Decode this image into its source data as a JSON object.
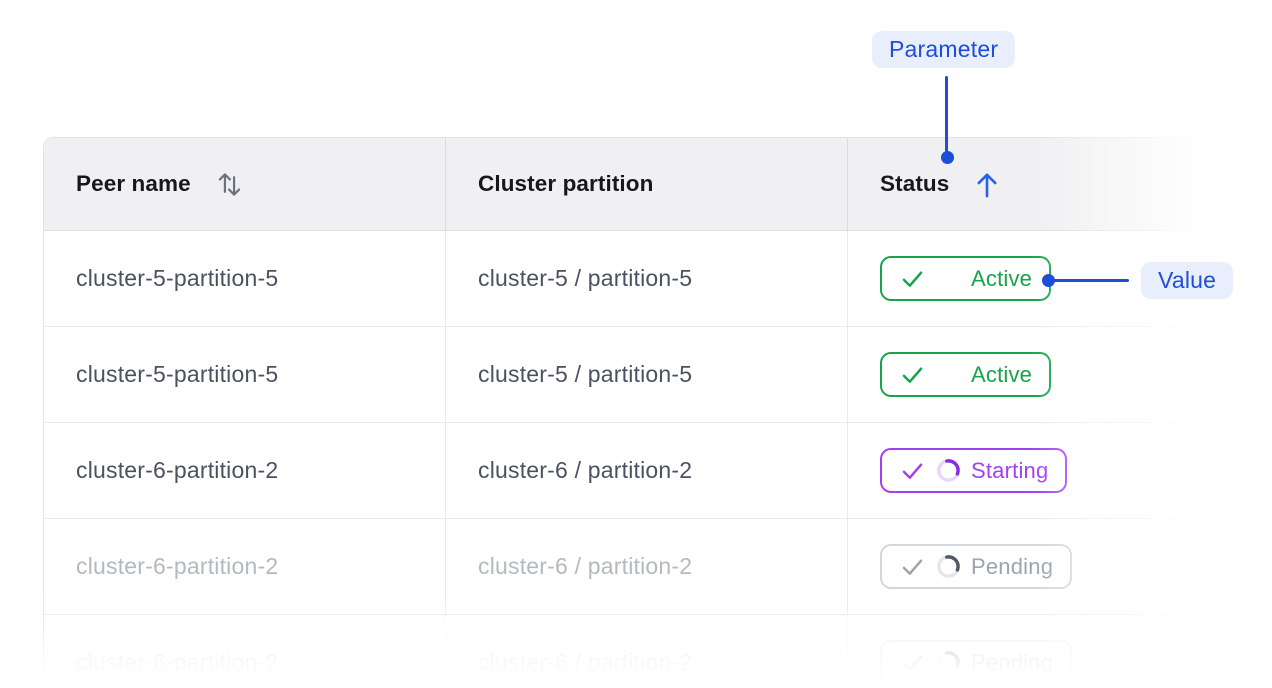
{
  "annotations": {
    "parameter": {
      "label": "Parameter"
    },
    "value": {
      "label": "Value"
    },
    "colors": {
      "accent_blue": "#1d4ed8",
      "pill_bg": "#e8eefc"
    }
  },
  "table": {
    "header": {
      "peer_name": {
        "label": "Peer name",
        "sort": "both"
      },
      "cluster_partition": {
        "label": "Cluster partition",
        "sort": "none"
      },
      "status": {
        "label": "Status",
        "sort": "asc"
      }
    },
    "rows": [
      {
        "peer_name": "cluster-5-partition-5",
        "cluster_partition": "cluster-5 / partition-5",
        "status": {
          "label": "Active",
          "state": "active"
        },
        "muted": false,
        "ghost": false
      },
      {
        "peer_name": "cluster-5-partition-5",
        "cluster_partition": "cluster-5 / partition-5",
        "status": {
          "label": "Active",
          "state": "active"
        },
        "muted": false,
        "ghost": false
      },
      {
        "peer_name": "cluster-6-partition-2",
        "cluster_partition": "cluster-6 / partition-2",
        "status": {
          "label": "Starting",
          "state": "starting"
        },
        "muted": false,
        "ghost": false
      },
      {
        "peer_name": "cluster-6-partition-2",
        "cluster_partition": "cluster-6 / partition-2",
        "status": {
          "label": "Pending",
          "state": "pending"
        },
        "muted": true,
        "ghost": false
      },
      {
        "peer_name": "cluster-6-partition-2",
        "cluster_partition": "cluster-6 / partition-2",
        "status": {
          "label": "Pending",
          "state": "pending"
        },
        "muted": true,
        "ghost": true
      }
    ],
    "status_colors": {
      "active": "#16a34a",
      "starting": "#a43ef2",
      "pending": "#9ca3af"
    }
  }
}
